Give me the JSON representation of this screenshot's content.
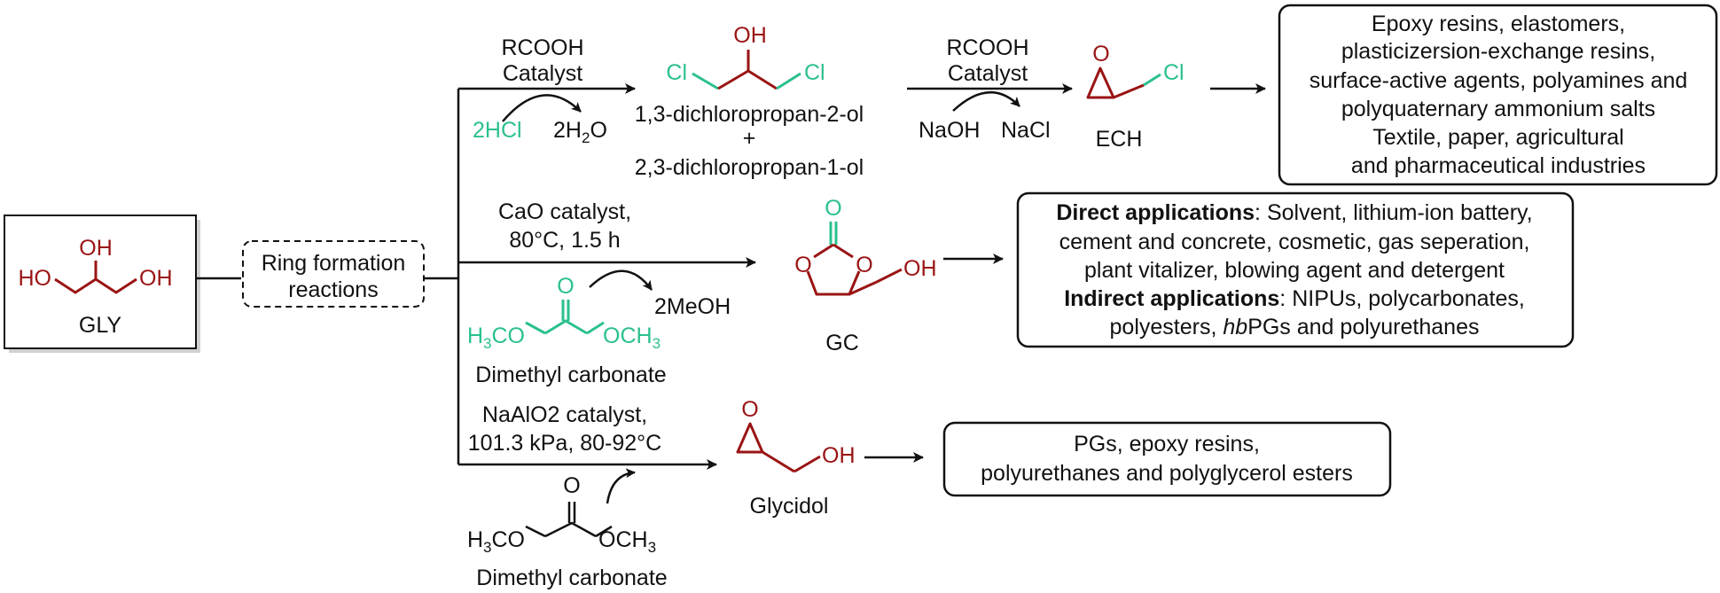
{
  "gly": {
    "name": "GLY",
    "oh_top": "OH",
    "ho_left": "HO",
    "oh_right": "OH"
  },
  "ring": {
    "line1": "Ring formation",
    "line2": "reactions"
  },
  "branch_ech": {
    "reagent1": "RCOOH",
    "reagent2": "Catalyst",
    "in_species": "2HCl",
    "out_species": "2H",
    "out_sub": "2",
    "out_tail": "O",
    "intermediate_oh": "OH",
    "intermediate_cl_left": "Cl",
    "intermediate_cl_right": "Cl",
    "intermediate_name1": "1,3-dichloropropan-2-ol",
    "plus": "+",
    "intermediate_name2": "2,3-dichloropropan-1-ol",
    "reagent3": "RCOOH",
    "reagent4": "Catalyst",
    "in_species2": "NaOH",
    "out_species2": "NaCl",
    "product_o": "O",
    "product_cl": "Cl",
    "product_name": "ECH",
    "applications": [
      "Epoxy resins, elastomers,",
      "plasticizersion-exchange resins,",
      "surface-active agents, polyamines and",
      "polyquaternary ammonium salts",
      "Textile, paper, agricultural",
      "and pharmaceutical industries"
    ]
  },
  "branch_gc": {
    "cond1": "CaO catalyst,",
    "cond2": "80°C, 1.5 h",
    "byproduct": "2MeOH",
    "dmc_o": "O",
    "dmc_left": "H",
    "dmc_left_sub": "3",
    "dmc_left_tail": "CO",
    "dmc_right": "OCH",
    "dmc_right_sub": "3",
    "dmc_name": "Dimethyl carbonate",
    "gc_carbonyl_o": "O",
    "gc_ring_o_left": "O",
    "gc_ring_o_right": "O",
    "gc_oh": "OH",
    "product_name": "GC",
    "direct_label": "Direct applications",
    "direct_text1": ": Solvent, lithium-ion battery,",
    "direct_text2": "cement and concrete, cosmetic, gas seperation,",
    "direct_text3": "plant vitalizer, blowing agent and detergent",
    "indirect_label": "Indirect applications",
    "indirect_text1": ": NIPUs, polycarbonates,",
    "indirect_text2a": "polyesters, ",
    "indirect_text2_italic": "hb",
    "indirect_text2b": "PGs and polyurethanes"
  },
  "branch_glycidol": {
    "cond1": "NaAlO2 catalyst,",
    "cond2": "101.3 kPa, 80-92°C",
    "dmc_o": "O",
    "dmc_left": "H",
    "dmc_left_sub": "3",
    "dmc_left_tail": "CO",
    "dmc_right": "OCH",
    "dmc_right_sub": "3",
    "dmc_name": "Dimethyl carbonate",
    "product_o": "O",
    "product_oh": "OH",
    "product_name": "Glycidol",
    "applications": [
      "PGs, epoxy resins,",
      "polyurethanes and polyglycerol esters"
    ]
  },
  "colors": {
    "red": "#9a1414",
    "green": "#2bc08f",
    "black": "#111111"
  }
}
